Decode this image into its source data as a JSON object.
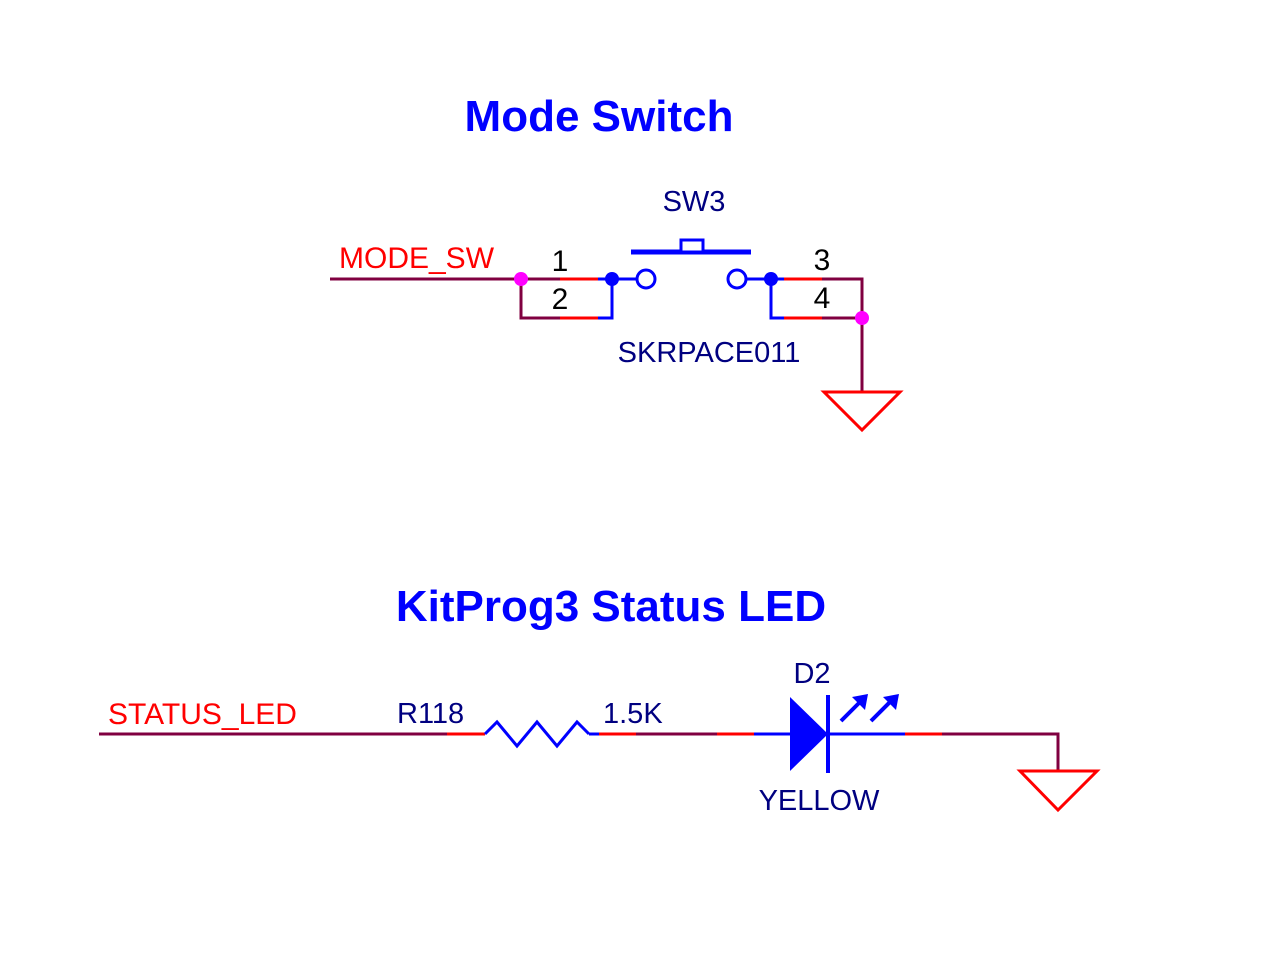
{
  "mode_switch": {
    "title": "Mode Switch",
    "net_label": "MODE_SW",
    "designator": "SW3",
    "part_number": "SKRPACE011",
    "pins": [
      "1",
      "2",
      "3",
      "4"
    ],
    "ground": "GND"
  },
  "status_led": {
    "title": "KitProg3 Status LED",
    "net_label": "STATUS_LED",
    "resistor": {
      "designator": "R118",
      "value": "1.5K"
    },
    "led": {
      "designator": "D2",
      "color": "YELLOW"
    },
    "ground": "GND"
  },
  "colors": {
    "title": "#0000ff",
    "net_label": "#ff0000",
    "wire": "#800040",
    "component": "#0000ff",
    "pin": "#ff0000",
    "junction": "#ff00ff",
    "designator": "#000080"
  }
}
